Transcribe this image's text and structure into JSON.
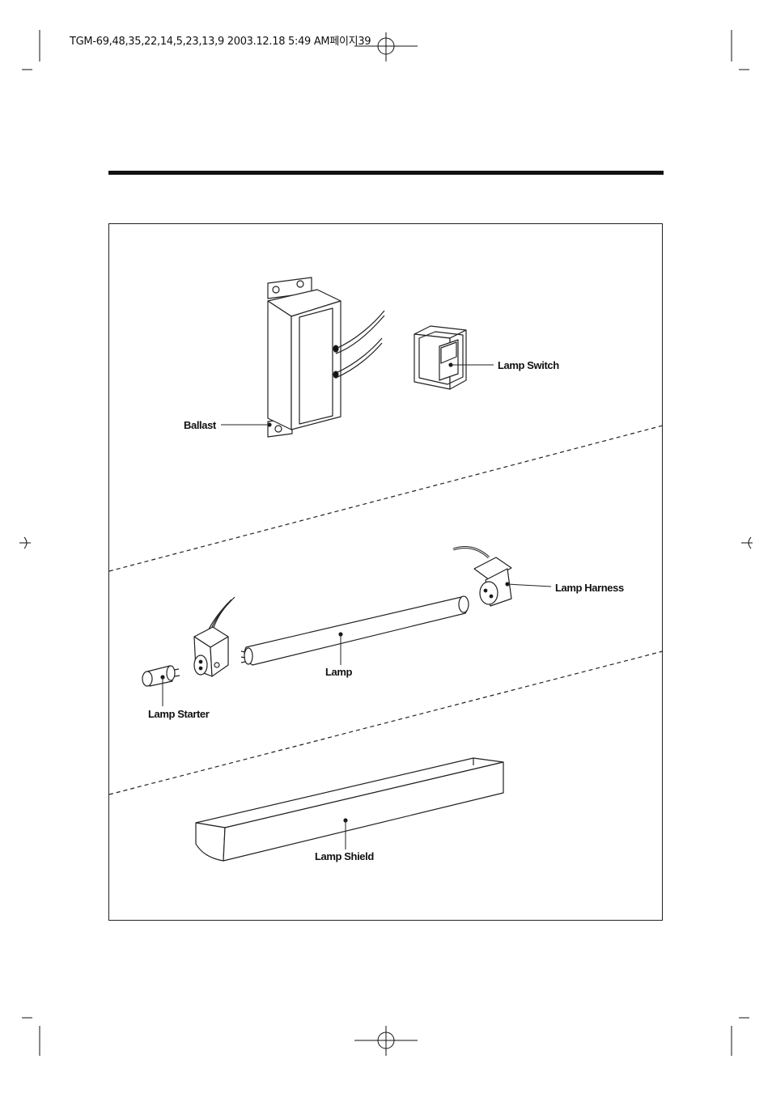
{
  "header": {
    "slug": "TGM-69,48,35,22,14,5,23,13,9  2003.12.18 5:49 AM페이지39"
  },
  "parts": {
    "ballast": "Ballast",
    "lamp_switch": "Lamp Switch",
    "lamp_harness": "Lamp Harness",
    "lamp": "Lamp",
    "lamp_starter": "Lamp Starter",
    "lamp_shield": "Lamp Shield"
  }
}
